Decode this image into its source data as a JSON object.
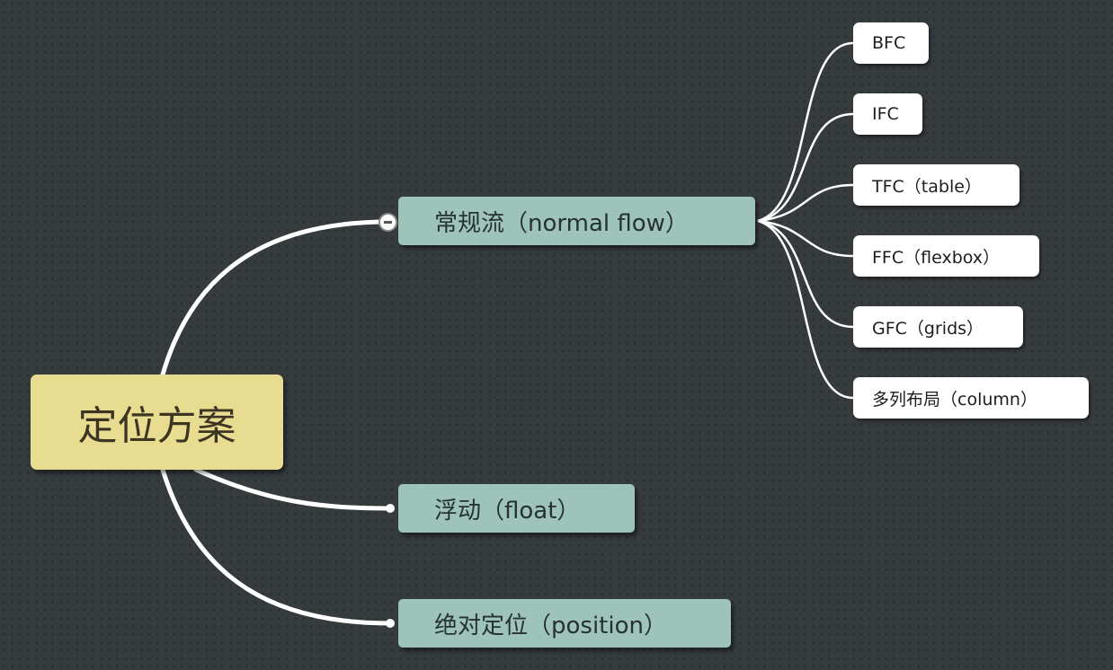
{
  "mindmap": {
    "root": {
      "label": "定位方案"
    },
    "branches": [
      {
        "label": "常规流（normal flow）",
        "children": [
          "BFC",
          "IFC",
          "TFC（table）",
          "FFC（flexbox）",
          "GFC（grids）",
          "多列布局（column）"
        ]
      },
      {
        "label": "浮动（float）"
      },
      {
        "label": "绝对定位（position）"
      }
    ]
  },
  "colors": {
    "background": "#363b3e",
    "root_fill": "#e7dc8f",
    "branch_fill": "#9dc3bb",
    "leaf_fill": "#ffffff",
    "connector": "#ffffff"
  }
}
